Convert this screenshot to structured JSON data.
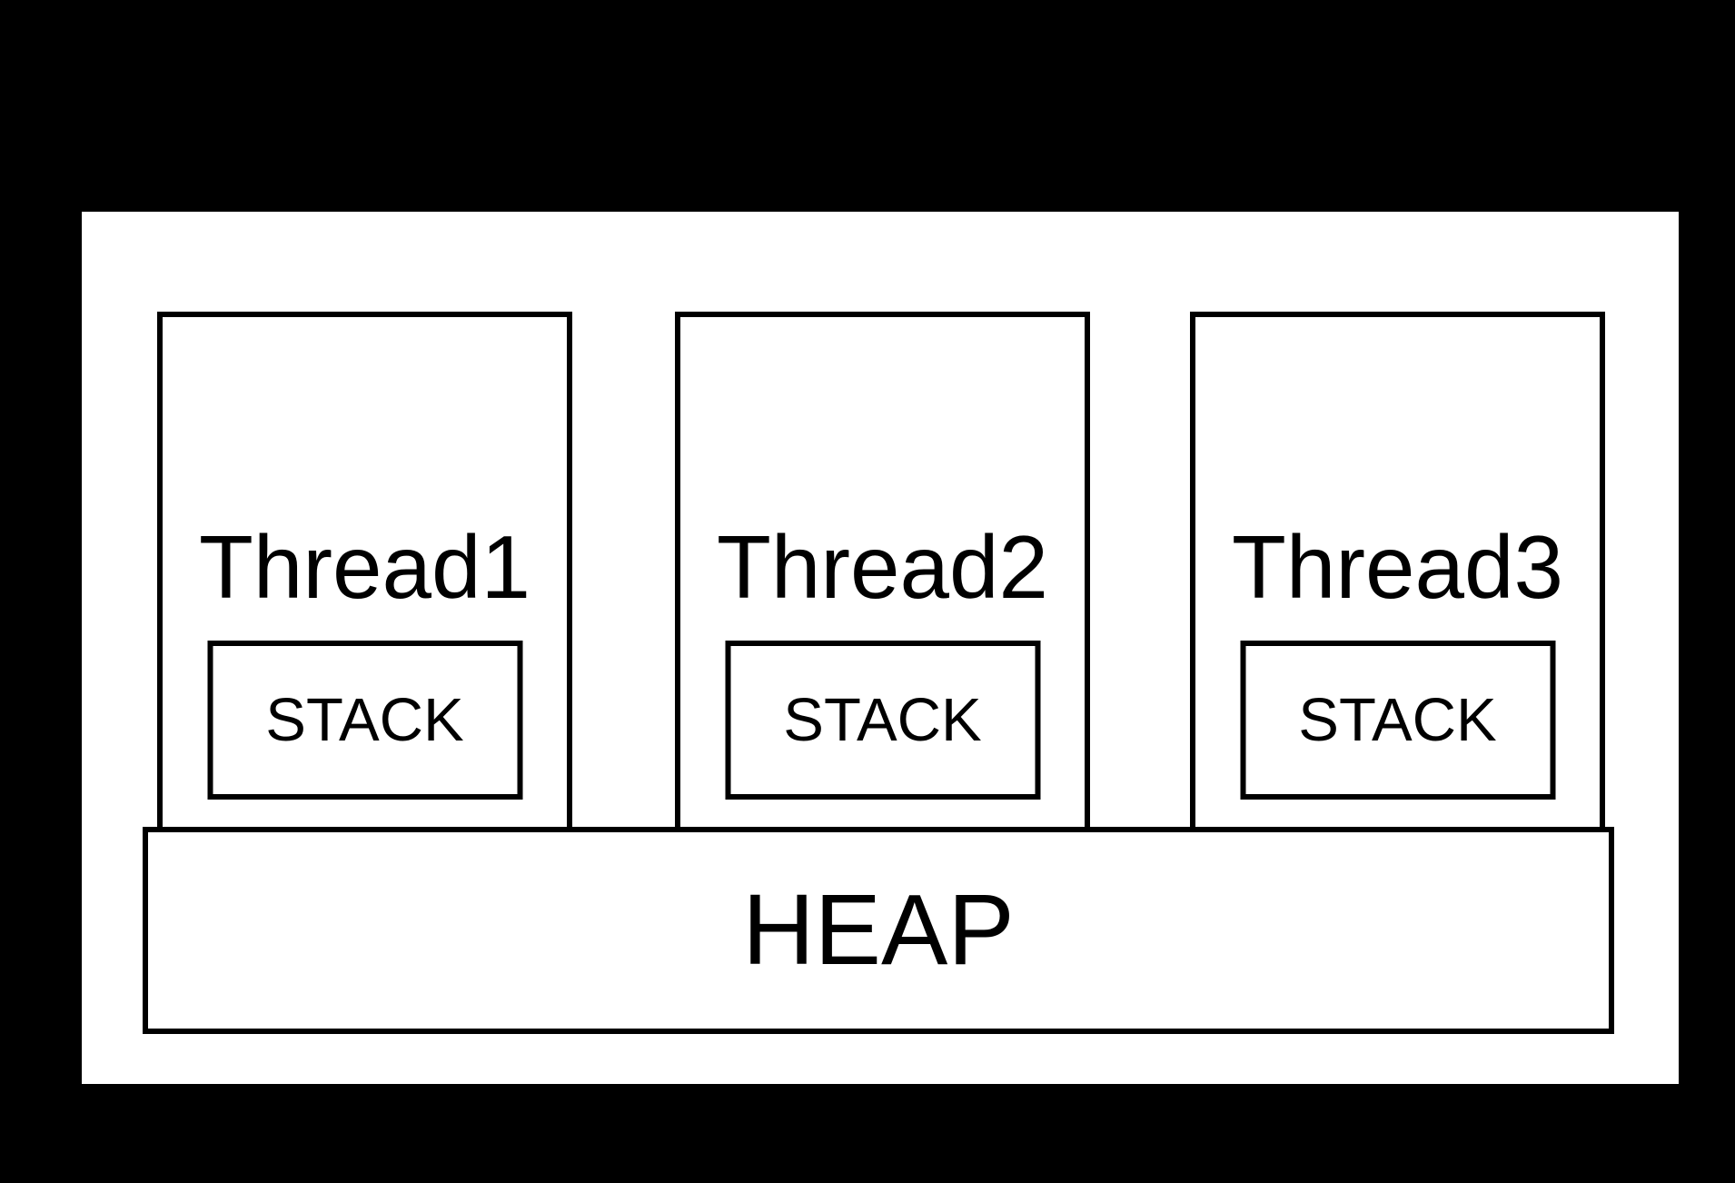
{
  "colors": {
    "background": "#000000",
    "panel": "#ffffff",
    "line": "#000000"
  },
  "diagram": {
    "threads": [
      {
        "label": "Thread1",
        "stack_label": "STACK"
      },
      {
        "label": "Thread2",
        "stack_label": "STACK"
      },
      {
        "label": "Thread3",
        "stack_label": "STACK"
      }
    ],
    "heap": {
      "label": "HEAP"
    }
  }
}
